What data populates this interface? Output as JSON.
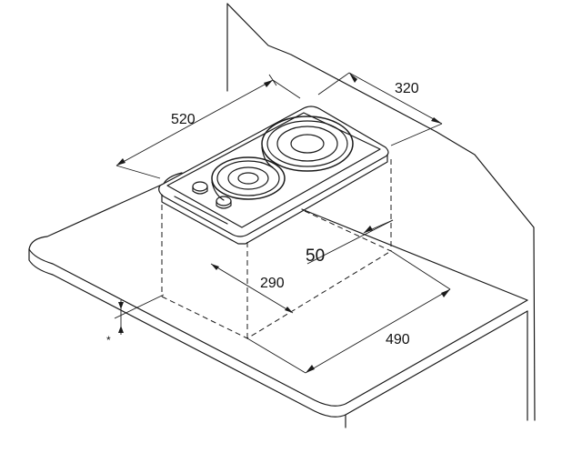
{
  "dimensions": {
    "width": "520",
    "depth": "320",
    "cutout_depth": "290",
    "cutout_width": "490",
    "wall_offset": "50",
    "thickness_marker": "*"
  }
}
